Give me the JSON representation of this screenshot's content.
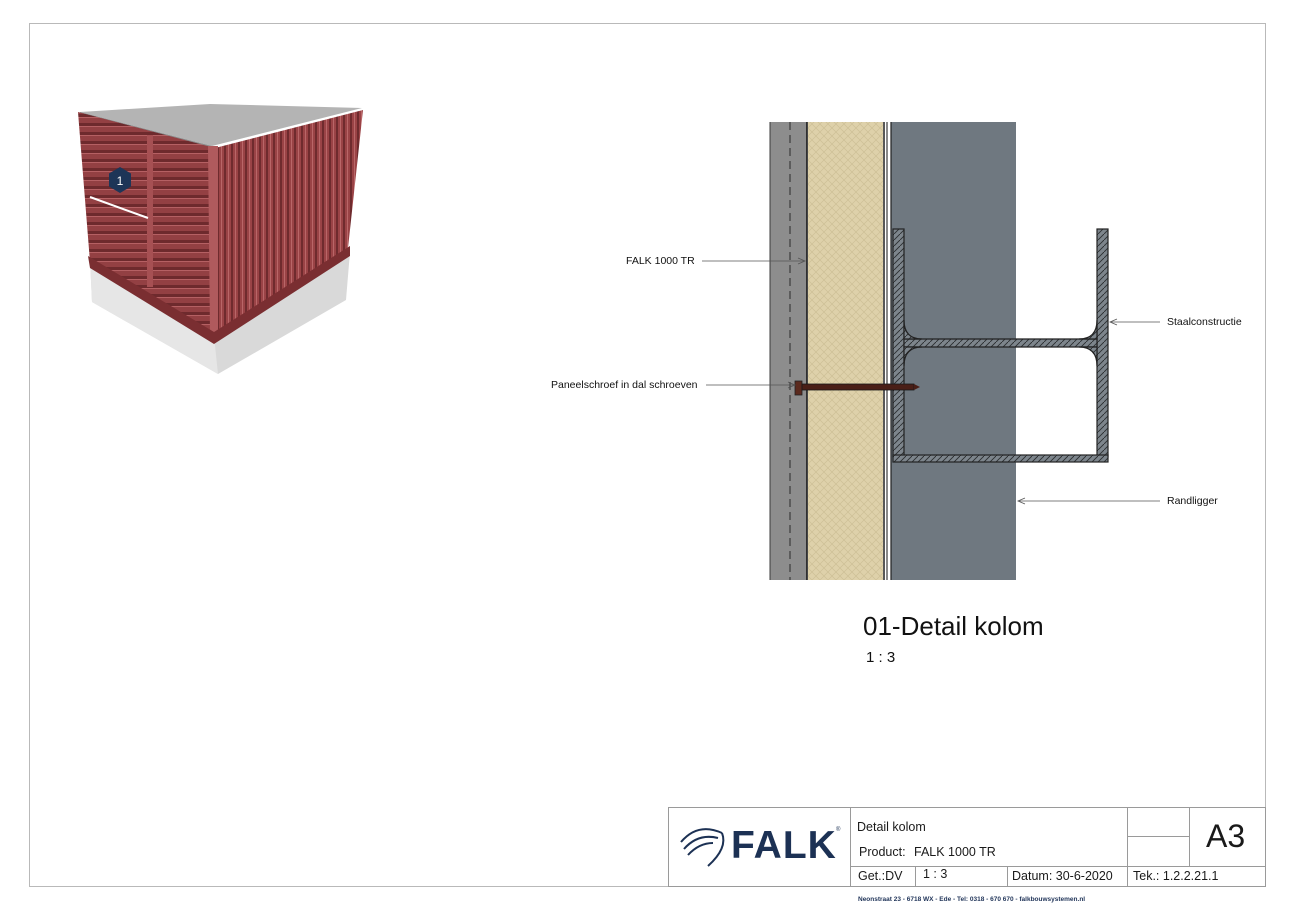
{
  "callout": {
    "number": "1"
  },
  "labels": {
    "falk_panel": "FALK 1000 TR",
    "screw": "Paneelschroef in dal schroeven",
    "steel": "Staalconstructie",
    "edge_beam": "Randligger"
  },
  "detail": {
    "title": "01-Detail kolom",
    "scale": "1 : 3"
  },
  "title_block": {
    "logo": "FALK",
    "logo_mark": "®",
    "drawing_title": "Detail kolom",
    "product_label": "Product:",
    "product_value": "FALK 1000 TR",
    "drawn_by": "Get.:DV",
    "scale": "1 : 3",
    "date": "Datum: 30-6-2020",
    "drawing_number": "Tek.: 1.2.2.21.1",
    "sheet_size": "A3"
  },
  "footer": {
    "address": "Neonstraat 23  -  6718 WX  -  Ede  -  Tel: 0318 - 670 670  -  falkbouwsystemen.nl"
  },
  "colors": {
    "cladding": "#8f3b3e",
    "cladding_dark": "#6e2a2d",
    "roof": "#b8b8b8",
    "base": "#d6d6d6",
    "insulation": "#ddd0a8",
    "concrete": "#6f7880",
    "panel_grey": "#8e8e8e",
    "callout": "#1d3557",
    "brand": "#1c3154"
  }
}
